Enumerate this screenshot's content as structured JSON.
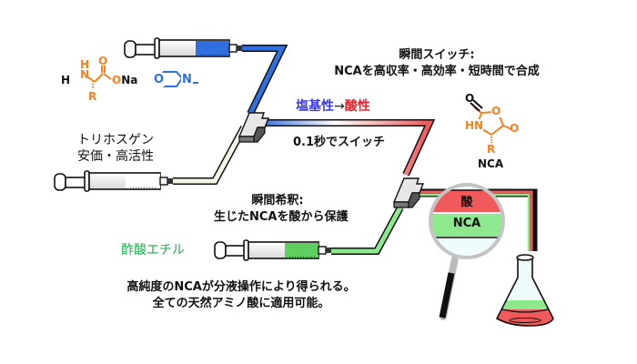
{
  "title_block": {
    "line1": "瞬間スイッチ:",
    "line2": "NCAを高収率・高効率・短時間で合成"
  },
  "switch_label": {
    "base": "塩基性",
    "arrow": "→",
    "acid": "酸性",
    "time": "0.1秒でスイッチ"
  },
  "reagents": {
    "amino_acid_salt": {
      "H": "H",
      "NH": "H​N",
      "O": "O",
      "ONa": "ONa",
      "R": "R"
    },
    "base": {
      "O": "O",
      "N": "N"
    },
    "triphosgene": {
      "line1": "トリホスゲン",
      "line2": "安価・高活性"
    },
    "ethyl_acetate": "酢酸エチル"
  },
  "nca_structure": {
    "label": "NCA",
    "O_top": "O",
    "O_ring": "O",
    "O_right": "O",
    "HN": "HN",
    "R": "R"
  },
  "dilution_block": {
    "line1": "瞬間希釈:",
    "line2": "生じたNCAを酸から保護"
  },
  "magnifier": {
    "upper_layer": "酸",
    "lower_layer": "NCA"
  },
  "conclusion": {
    "line1": "高純度のNCAが分液操作により得られる。",
    "line2": "全ての天然アミノ酸に適用可能。"
  },
  "colors": {
    "base_blue": "#2f6fe0",
    "acid_red": "#f05a5a",
    "nca_green": "#7ee07e",
    "orange": "#f58220",
    "label_blue": "#3a3ae0",
    "label_red": "#e8202a",
    "label_green": "#1fae4c"
  }
}
